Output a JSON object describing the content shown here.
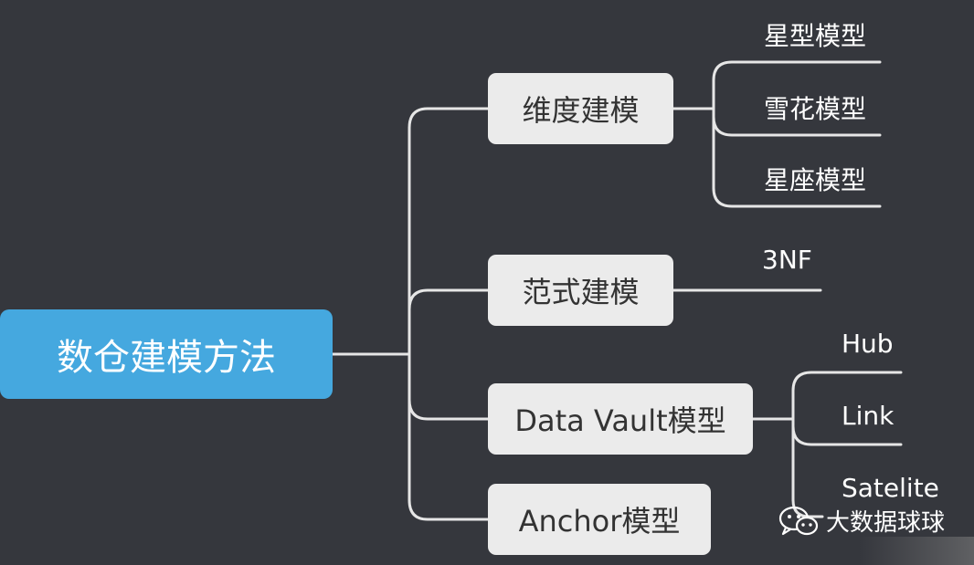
{
  "root": {
    "label": "数仓建模方法"
  },
  "branches": [
    {
      "label": "维度建模",
      "leaves": [
        "星型模型",
        "雪花模型",
        "星座模型"
      ]
    },
    {
      "label": "范式建模",
      "leaves": [
        "3NF"
      ]
    },
    {
      "label": "Data Vault模型",
      "leaves": [
        "Hub",
        "Link",
        "Satelite"
      ]
    },
    {
      "label": "Anchor模型",
      "leaves": []
    }
  ],
  "watermark": {
    "text": "大数据球球",
    "icon": "wechat-icon"
  },
  "colors": {
    "background": "#35373d",
    "root_fill": "#45a8df",
    "branch_fill": "#ebebeb",
    "line": "#e6e6e6",
    "text_light": "#ffffff",
    "text_dark": "#333333"
  }
}
